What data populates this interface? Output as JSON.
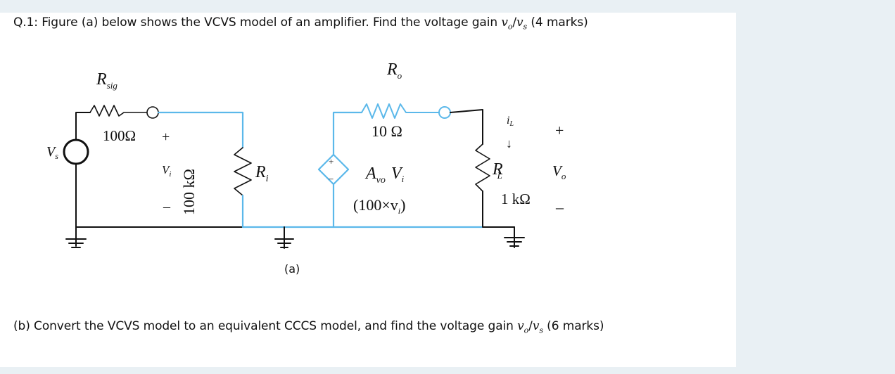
{
  "question": {
    "prefix": "Q.1: Figure (a) below shows the VCVS model of an amplifier. Find the voltage gain ",
    "vo": "v",
    "vo_sub": "o",
    "slash": "/",
    "vs": "v",
    "vs_sub": "s",
    "suffix": " (4 marks)"
  },
  "circuit": {
    "rsig_label": "R",
    "rsig_sub": "sig",
    "rsig_value": "100Ω",
    "vs_label": "V",
    "vs_sub": "s",
    "vi_plus": "+",
    "vi_label": "V",
    "vi_sub": "i",
    "vi_minus": "–",
    "ri_value": "100 kΩ",
    "ri_label": "R",
    "ri_sub": "i",
    "ro_label": "R",
    "ro_sub": "o",
    "ro_value": "10 Ω",
    "src_plus": "+",
    "src_minus": "–",
    "avo_label": "A",
    "avo_sub": "vo",
    "avo_v": "V",
    "avo_vsub": "i",
    "avo_expr": "(100×v",
    "avo_expr_sub": "i",
    "avo_expr_end": ")",
    "il_label": "i",
    "il_sub": "L",
    "il_arrow": "↓",
    "rl_label": "R",
    "rl_sub": "L",
    "rl_value": "1 kΩ",
    "vo_plus": "+",
    "vo_label": "V",
    "vo_sub": "o",
    "vo_minus": "–"
  },
  "figure_label": "(a)",
  "part_b": {
    "prefix": "(b) Convert the VCVS model to an equivalent CCCS model, and find the voltage gain ",
    "vo": "v",
    "vo_sub": "o",
    "slash": "/",
    "vs": "v",
    "vs_sub": "s",
    "suffix": " (6 marks)"
  },
  "colors": {
    "page_bg": "#e9f0f4",
    "card_bg": "#ffffff",
    "wire_blue": "#5bb8ea",
    "wire_black": "#111111"
  }
}
